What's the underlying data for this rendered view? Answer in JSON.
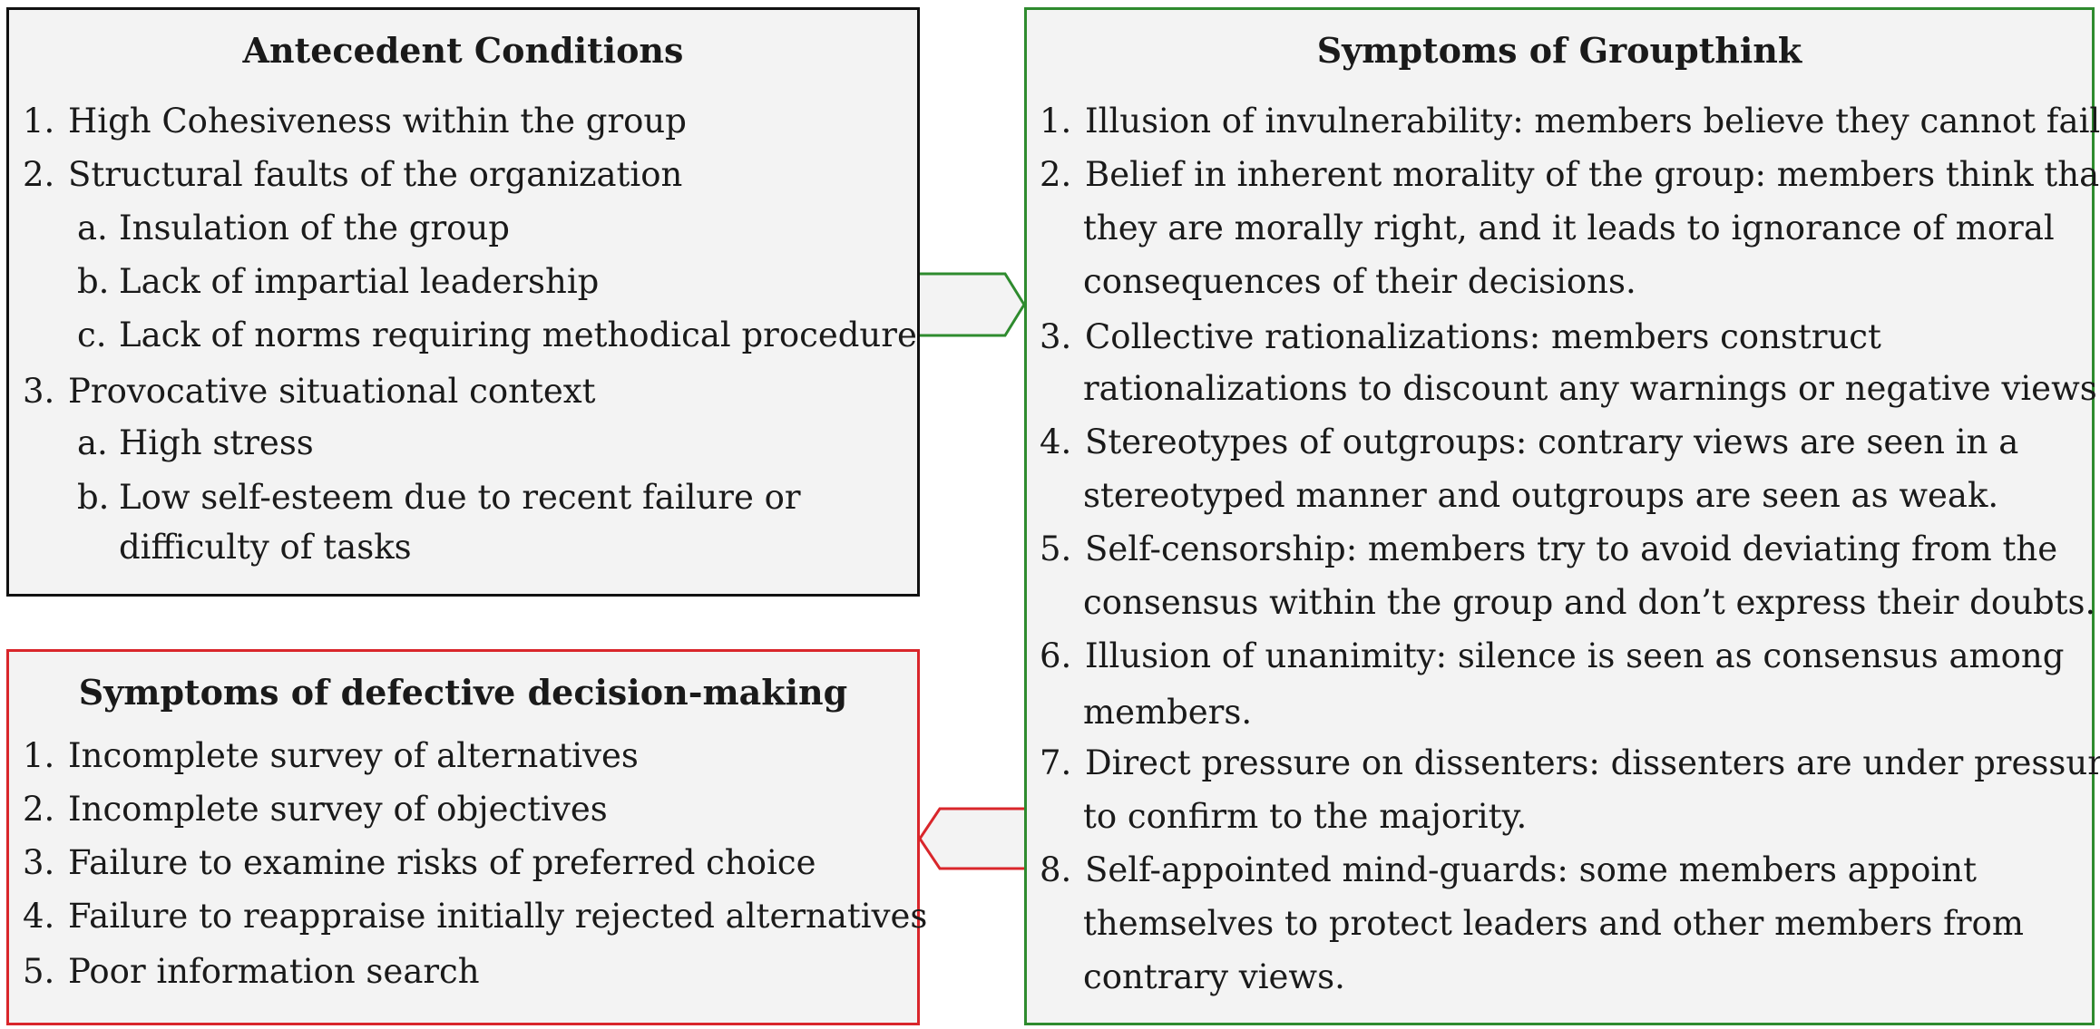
{
  "antecedent": {
    "title": "Antecedent Conditions",
    "lines": [
      {
        "num": "1.",
        "text": "High Cohesiveness within the group"
      },
      {
        "num": "2.",
        "text": "Structural faults of the organization"
      },
      {
        "num": "a.",
        "text": "Insulation of the group"
      },
      {
        "num": "b.",
        "text": "Lack of impartial leadership"
      },
      {
        "num": "c.",
        "text": "Lack of norms requiring methodical procedure"
      },
      {
        "num": "3.",
        "text": "Provocative situational context"
      },
      {
        "num": "a.",
        "text": "High stress"
      },
      {
        "num": "b.",
        "text": "Low self-esteem due to recent failure or"
      },
      {
        "num": "",
        "text": "difficulty of tasks"
      }
    ]
  },
  "defective": {
    "title": "Symptoms of defective decision-making",
    "lines": [
      {
        "num": "1.",
        "text": "Incomplete survey of alternatives"
      },
      {
        "num": "2.",
        "text": "Incomplete survey of objectives"
      },
      {
        "num": "3.",
        "text": "Failure to examine risks of preferred choice"
      },
      {
        "num": "4.",
        "text": "Failure to reappraise initially rejected alternatives"
      },
      {
        "num": "5.",
        "text": "Poor information search"
      }
    ]
  },
  "groupthink": {
    "title": "Symptoms of Groupthink",
    "lines": [
      {
        "num": "1.",
        "text": "Illusion of invulnerability: members believe they cannot fail."
      },
      {
        "num": "2.",
        "text": "Belief in inherent morality of the group: members think that"
      },
      {
        "num": "",
        "text": "they are morally right, and it leads to ignorance of moral"
      },
      {
        "num": "",
        "text": "consequences of their decisions."
      },
      {
        "num": "3.",
        "text": "Collective rationalizations: members construct"
      },
      {
        "num": "",
        "text": "rationalizations to discount any warnings or negative views."
      },
      {
        "num": "4.",
        "text": "Stereotypes of outgroups: contrary views are seen in a"
      },
      {
        "num": "",
        "text": "stereotyped manner and outgroups are seen as weak."
      },
      {
        "num": "5.",
        "text": "Self-censorship: members try to avoid deviating from the"
      },
      {
        "num": "",
        "text": "consensus within the group and don’t express their doubts."
      },
      {
        "num": "6.",
        "text": "Illusion of unanimity: silence is seen as consensus among"
      },
      {
        "num": "",
        "text": "members."
      },
      {
        "num": "7.",
        "text": "Direct pressure on dissenters: dissenters are under pressure"
      },
      {
        "num": "",
        "text": "to confirm to the majority."
      },
      {
        "num": "8.",
        "text": "Self-appointed mind-guards: some members appoint"
      },
      {
        "num": "",
        "text": "themselves to protect leaders and other members from"
      },
      {
        "num": "",
        "text": "contrary views."
      }
    ]
  },
  "colors": {
    "antecedent_border": "#111111",
    "groupthink_border": "#2e8b2e",
    "defective_border": "#d9262b",
    "box_fill": "#f3f3f3"
  }
}
